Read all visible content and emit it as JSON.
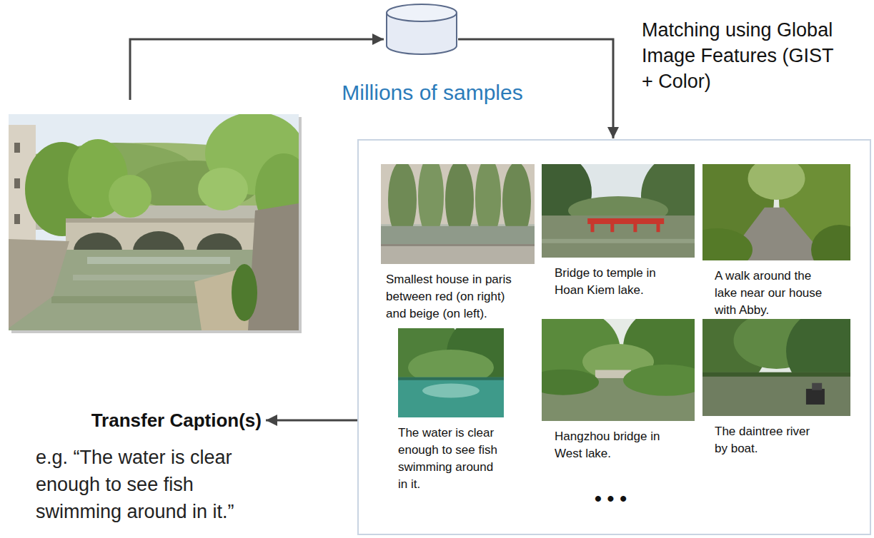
{
  "diagram": {
    "nodes": [
      {
        "text": [
          "Millions of samples"
        ]
      },
      {
        "text": [
          "• • •"
        ]
      },
      {
        "text": [
          "Smallest house in paris between red (on right) and beige (on left)."
        ],
        "in": 1
      },
      {
        "text": [
          "Bridge to temple in Hoan Kiem lake."
        ],
        "in": 1
      },
      {
        "text": [
          "A walk around the lake near our house with Abby."
        ],
        "in": 1
      },
      {
        "text": [
          "The water is clear enough to see fish swimming around in it."
        ],
        "in": 1
      },
      {
        "text": [
          "Hangzhou bridge in West lake."
        ],
        "in": 1
      },
      {
        "text": [
          "The daintree river by boat."
        ],
        "in": 1
      },
      {
        "text": [
          "Transfer Caption(s)",
          "e.g. “The water is clear enough to see fish swimming around in it.”"
        ]
      }
    ],
    "edges": [
      {
        "from": 0,
        "to": 1,
        "arrow": "to",
        "label": "Matching using Global Image Features (GIST + Color)"
      },
      {
        "from": 1,
        "to": 8,
        "arrow": "to"
      }
    ]
  }
}
